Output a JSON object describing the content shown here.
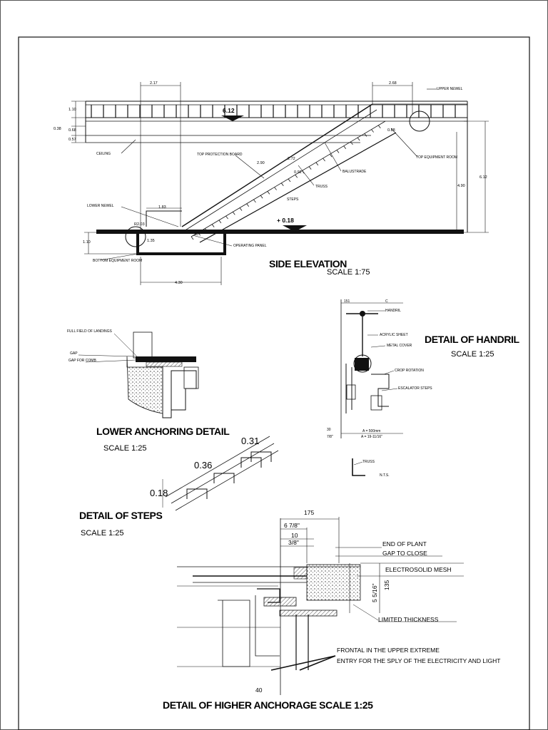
{
  "side_elevation": {
    "title": "SIDE ELEVATION",
    "scale": "SCALE 1:75",
    "levels": {
      "upper": "6.12",
      "lower": "+ 0.18"
    },
    "labels": {
      "ceiling": "CEILING",
      "upper_newel": "UPPER NEWEL",
      "top_protection_board": "TOP PROTECTION BOARD",
      "top_equipment_room": "TOP EQUIPMENT ROOM",
      "balustrade": "BALUSTRADE",
      "truss": "TRUSS",
      "steps": "STEPS",
      "lower_newel": "LOWER NEWEL",
      "operating_panel": "OPERATING PANEL",
      "bottom_equipment_room": "BOTTOM EQUIPMENT ROOM"
    },
    "dims": {
      "top_left": "2.17",
      "top_right": "2.68",
      "h1": "1.10",
      "h2": "0.38",
      "h3": "0.68",
      "h4": "0.57",
      "rise": "6.12",
      "rise2": "4.90",
      "d1": "2.90",
      "d2": "2.72",
      "d3": "0.92",
      "d4": "0.88",
      "d5": "1.83",
      "radius": "R2.03",
      "angle": "30°",
      "d6": "1.35",
      "pit": "1.10",
      "bottom": "4.30"
    }
  },
  "lower_anchoring": {
    "title": "LOWER ANCHORING DETAIL",
    "scale": "SCALE 1:25",
    "labels": {
      "full_field": "FULL FIELD OF LANDINGS",
      "gap": "GAP",
      "gap_for_comb": "GAP FOR COMB"
    }
  },
  "handrail": {
    "title": "DETAIL OF HANDRIL",
    "scale": "SCALE 1:25",
    "labels": {
      "handrail": "HANDRIL",
      "acrylic_sheet": "ACRYLIC SHEET",
      "metal_cover": "METAL COVER",
      "crop_rotation": "CROP ROTATION",
      "escalator_steps": "ESCALATOR STEPS",
      "truss": "TRUSS",
      "nts": "N.T.S."
    },
    "dims": {
      "top_a": "151",
      "top_b": "C",
      "bottom_a": "A = 500mm",
      "bottom_b": "A = 19-11/16\"",
      "side_a": "30",
      "side_b": "7/8\""
    }
  },
  "steps": {
    "title": "DETAIL OF STEPS",
    "scale": "SCALE 1:25",
    "dims": {
      "tread_top": "0.31",
      "tread": "0.36",
      "riser": "0.18"
    }
  },
  "higher_anchorage": {
    "title": "DETAIL OF HIGHER ANCHORAGE SCALE 1:25",
    "dims": {
      "overall": "175",
      "a": "6 7/8\"",
      "b": "10",
      "c": "3/8\"",
      "d": "5 5/16\"",
      "e": "135",
      "f": "40"
    },
    "labels": {
      "end_of_plant": "END OF PLANT",
      "gap_to_close": "GAP TO CLOSE",
      "mesh": "ELECTROSOLID MESH",
      "limited_thickness": "LIMITED THICKNESS",
      "frontal": "FRONTAL IN THE UPPER EXTREME",
      "entry": "ENTRY FOR THE SPLY OF THE ELECTRICITY AND LIGHT"
    }
  }
}
